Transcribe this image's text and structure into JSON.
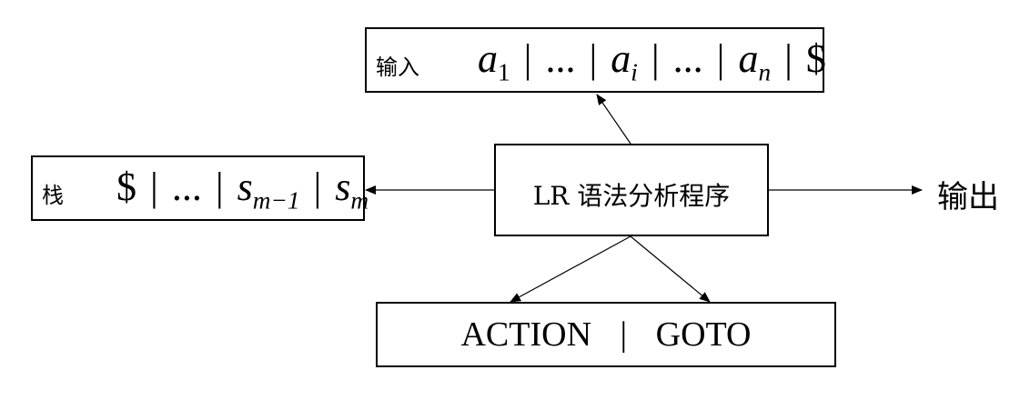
{
  "input": {
    "label": "输入",
    "seq": [
      "a",
      "1",
      "|",
      "...",
      "|",
      "a",
      "i",
      "|",
      "...",
      "|",
      "a",
      "n",
      "|",
      "$"
    ]
  },
  "stack": {
    "label": "栈",
    "seq": [
      "$",
      "|",
      "...",
      "|",
      "s",
      "m−1",
      "|",
      "s",
      "m"
    ]
  },
  "program": {
    "label": "LR 语法分析程序"
  },
  "table": {
    "action": "ACTION",
    "sep": "|",
    "goto": "GOTO"
  },
  "output": {
    "label": "输出"
  }
}
